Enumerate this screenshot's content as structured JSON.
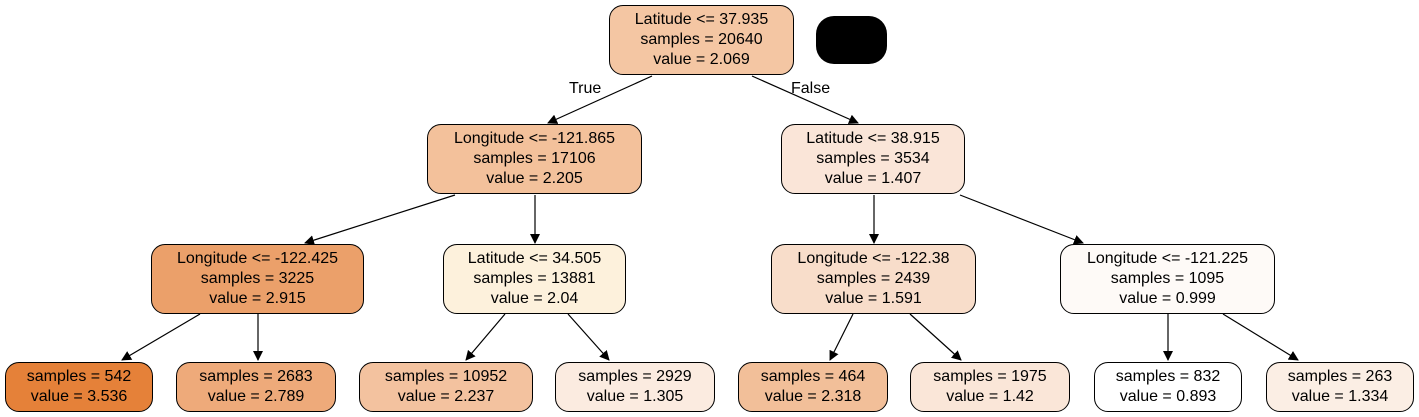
{
  "edge_labels": {
    "true_label": "True",
    "false_label": "False"
  },
  "nodes": {
    "n0": {
      "l1": "Latitude <= 37.935",
      "l2": "samples = 20640",
      "l3": "value = 2.069",
      "fill": "#f4c6a3"
    },
    "n1": {
      "l1": "Longitude <= -121.865",
      "l2": "samples = 17106",
      "l3": "value = 2.205",
      "fill": "#f3c19b"
    },
    "n2": {
      "l1": "Latitude <= 38.915",
      "l2": "samples = 3534",
      "l3": "value = 1.407",
      "fill": "#fae5d8"
    },
    "n3": {
      "l1": "Longitude <= -122.425",
      "l2": "samples = 3225",
      "l3": "value = 2.915",
      "fill": "#eba06a"
    },
    "n4": {
      "l1": "Latitude <= 34.505",
      "l2": "samples = 13881",
      "l3": "value = 2.04",
      "fill": "#fdf1dc"
    },
    "n5": {
      "l1": "Longitude <= -122.38",
      "l2": "samples = 2439",
      "l3": "value = 1.591",
      "fill": "#f8ddca"
    },
    "n6": {
      "l1": "Longitude <= -121.225",
      "l2": "samples = 1095",
      "l3": "value = 0.999",
      "fill": "#fefaf7"
    },
    "n7": {
      "l1": "samples = 542",
      "l2": "value = 3.536",
      "fill": "#e58139"
    },
    "n8": {
      "l1": "samples = 2683",
      "l2": "value = 2.789",
      "fill": "#eeaa7a"
    },
    "n9": {
      "l1": "samples = 10952",
      "l2": "value = 2.237",
      "fill": "#f3c29f"
    },
    "n10": {
      "l1": "samples = 2929",
      "l2": "value = 1.305",
      "fill": "#fbebe0"
    },
    "n11": {
      "l1": "samples = 464",
      "l2": "value = 2.318",
      "fill": "#f2bf99"
    },
    "n12": {
      "l1": "samples = 1975",
      "l2": "value = 1.42",
      "fill": "#fae6d8"
    },
    "n13": {
      "l1": "samples = 832",
      "l2": "value = 0.893",
      "fill": "#ffffff"
    },
    "n14": {
      "l1": "samples = 263",
      "l2": "value = 1.334",
      "fill": "#fbeee4"
    }
  }
}
